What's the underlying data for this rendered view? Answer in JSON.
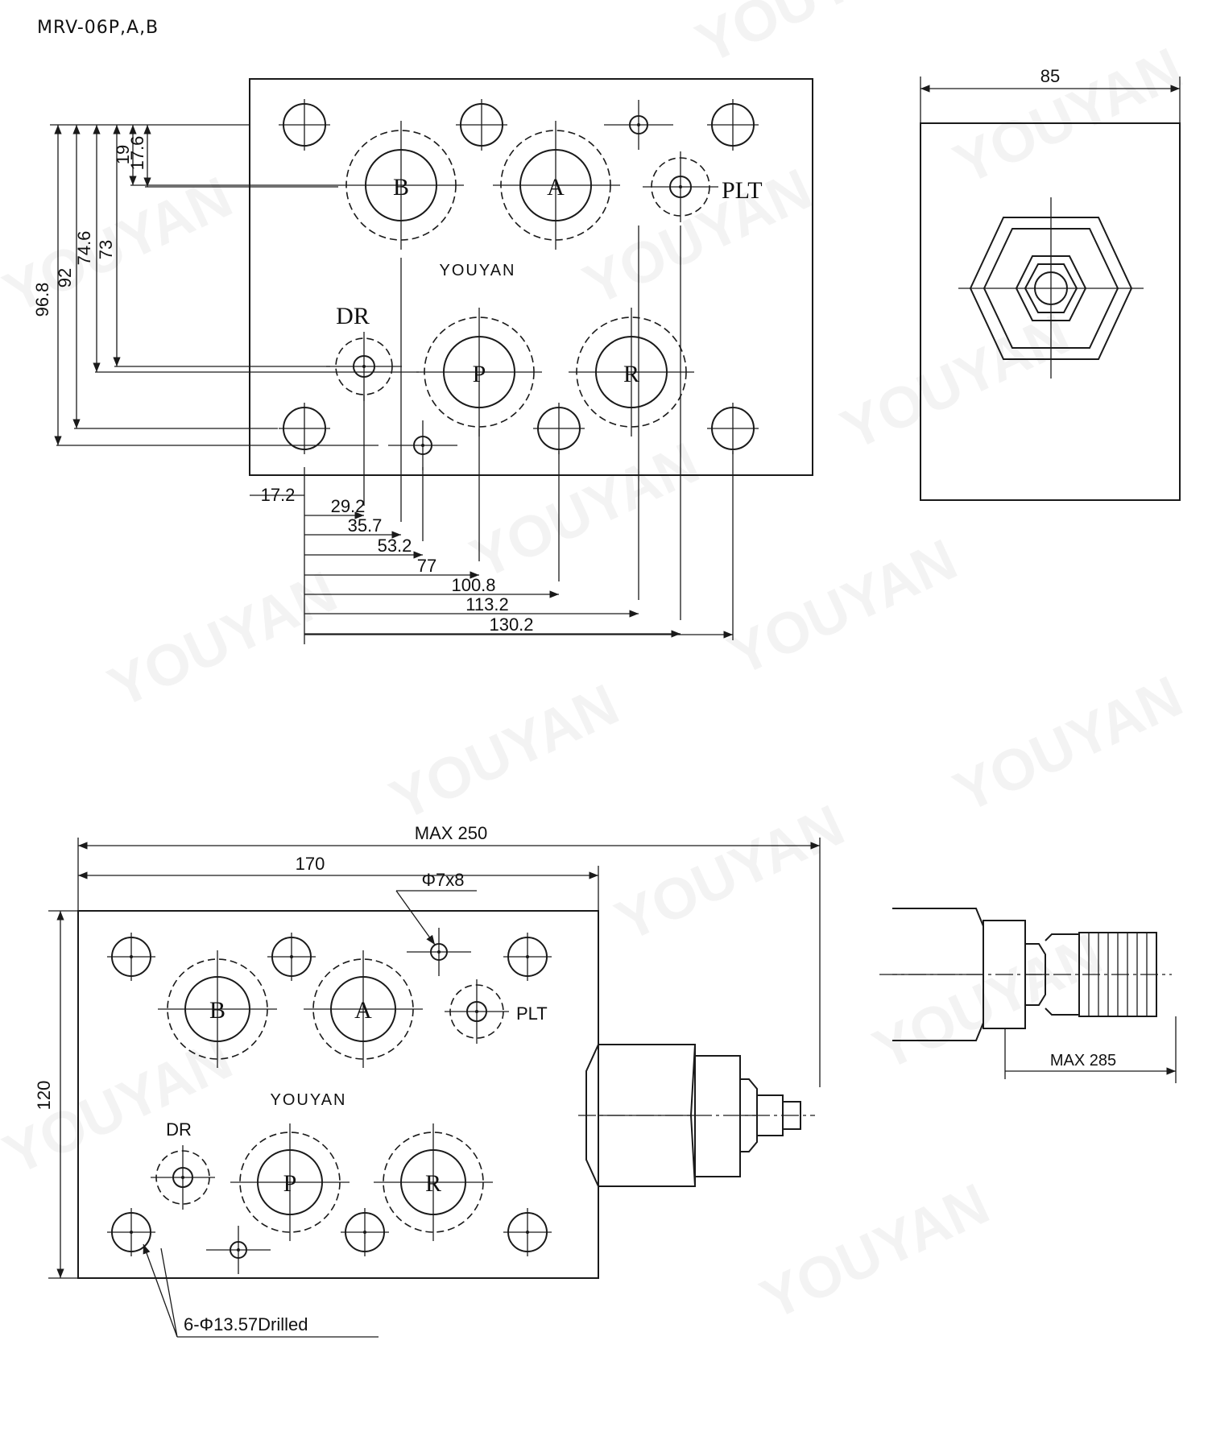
{
  "title": "MRV-06P,A,B",
  "watermark": "YOUYAN",
  "brand": "YOUYAN",
  "port_labels": {
    "B": "B",
    "A": "A",
    "PLT": "PLT",
    "DR": "DR",
    "P": "P",
    "R": "R"
  },
  "top_view": {
    "vertical_dims": [
      "96.8",
      "92",
      "74.6",
      "73",
      "19",
      "17.6"
    ],
    "horizontal_dims": [
      "17.2",
      "29.2",
      "35.7",
      "53.2",
      "77",
      "100.8",
      "113.2",
      "130.2"
    ]
  },
  "side_view": {
    "width_dim": "85"
  },
  "bottom_view": {
    "max_width": "MAX  250",
    "body_width": "170",
    "height": "120",
    "pin_hole": "Φ7x8",
    "mount_holes": "6-Φ13.57Drilled"
  },
  "adjuster_view": {
    "max_length": "MAX 285"
  }
}
